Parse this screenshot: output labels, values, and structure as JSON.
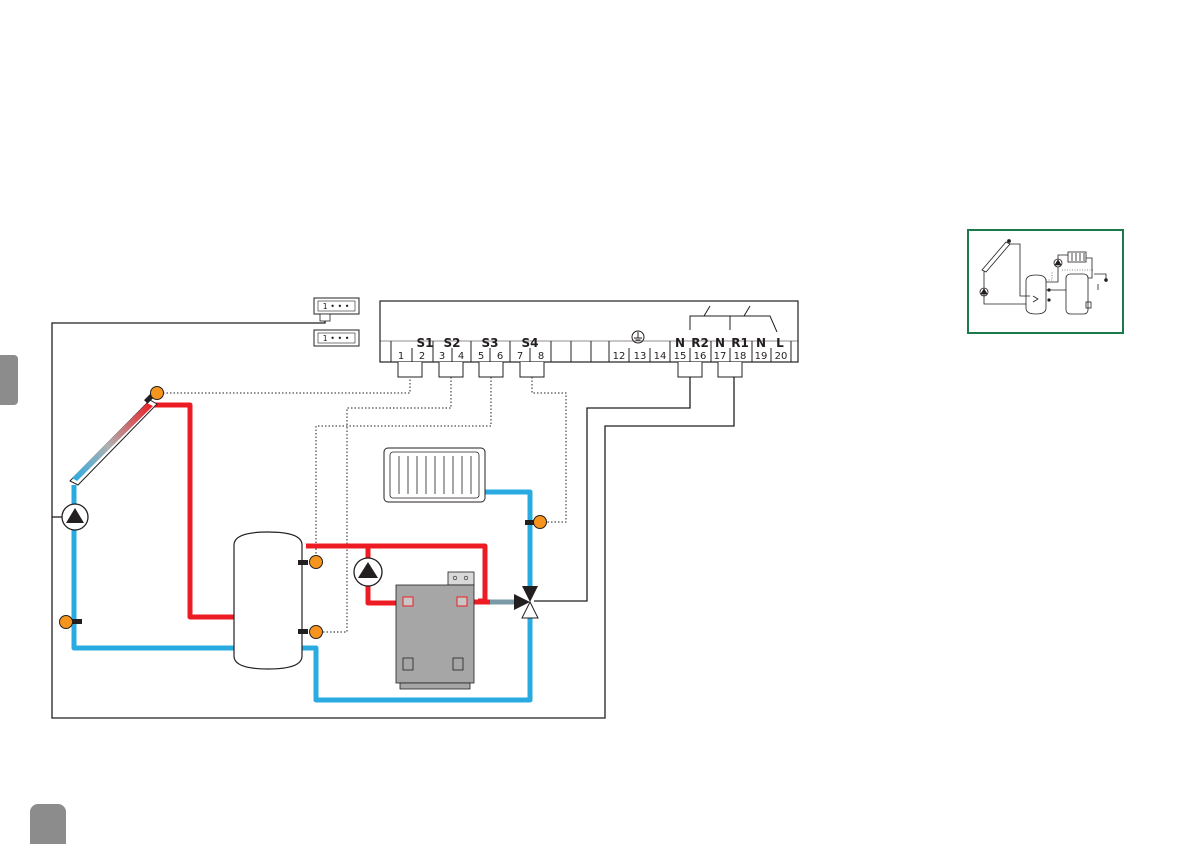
{
  "controller": {
    "sensor_groups": [
      "S1",
      "S2",
      "S3",
      "S4"
    ],
    "terminals": [
      "1",
      "2",
      "3",
      "4",
      "5",
      "6",
      "7",
      "8",
      "12",
      "13",
      "14",
      "15",
      "16",
      "17",
      "18",
      "19",
      "20"
    ],
    "relay_labels": [
      "N",
      "R2",
      "N",
      "R1",
      "N",
      "L"
    ]
  },
  "connectors": [
    {
      "label": "1 • • •"
    },
    {
      "label": "1 • • •"
    }
  ],
  "colors": {
    "hot_line": "#ed1c24",
    "cold_line": "#29abe2",
    "sensor": "#f7941d",
    "outline": "#231f20",
    "boiler": "#a6a6a6",
    "thumbnail_frame": "#1a7a4a"
  },
  "icons": [
    "pump-icon",
    "sensor-icon",
    "three-way-valve-icon",
    "ground-icon",
    "radiator-icon",
    "boiler-icon",
    "storage-tank-icon",
    "solar-collector-icon",
    "relay-switch-icon"
  ]
}
